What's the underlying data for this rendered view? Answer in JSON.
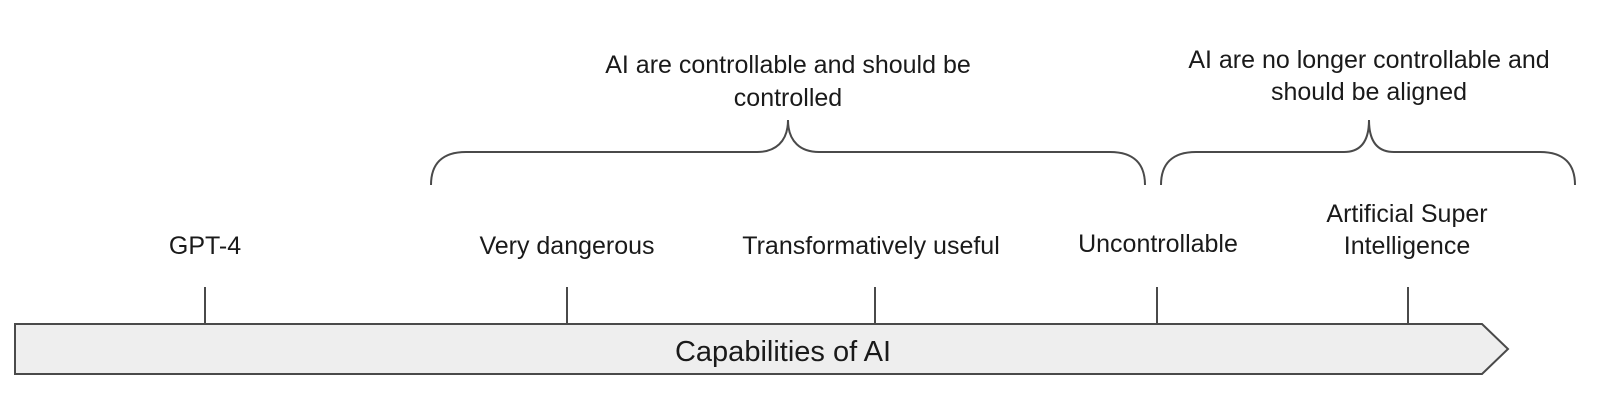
{
  "timeline": {
    "axis_label": "Capabilities of AI",
    "arrow_fill": "#eeeeee",
    "arrow_stroke": "#4a4a4a",
    "milestones": [
      {
        "name": "gpt-4",
        "lines": [
          "GPT-4"
        ]
      },
      {
        "name": "very-dangerous",
        "lines": [
          "Very dangerous"
        ]
      },
      {
        "name": "transformatively-useful",
        "lines": [
          "Transformatively useful"
        ]
      },
      {
        "name": "uncontrollable",
        "lines": [
          "Uncontrollable"
        ]
      },
      {
        "name": "artificial-super-intelligence",
        "lines": [
          "Artificial Super",
          "Intelligence"
        ]
      }
    ]
  },
  "brackets": [
    {
      "name": "controllable",
      "lines": [
        "AI are controllable and should be",
        "controlled"
      ]
    },
    {
      "name": "aligned",
      "lines": [
        "AI are no longer controllable and",
        "should be aligned"
      ]
    }
  ]
}
